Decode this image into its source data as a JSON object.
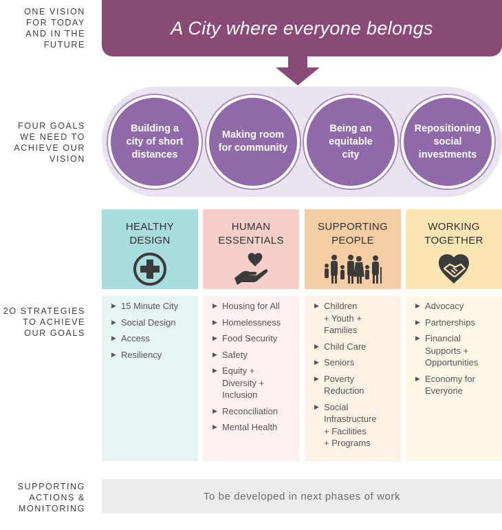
{
  "side_labels": {
    "vision": "ONE VISION\nFOR TODAY\nAND IN THE\nFUTURE",
    "goals": "FOUR GOALS\nWE NEED TO\nACHIEVE OUR\nVISION",
    "strategies": "2O STRATEGIES\nTO ACHIEVE\nOUR GOALS",
    "actions": "SUPPORTING\nACTIONS &\nMONITORING"
  },
  "vision": {
    "text": "A City where everyone belongs"
  },
  "goals": [
    {
      "label": "Building a\ncity of short\ndistances"
    },
    {
      "label": "Making room\nfor community"
    },
    {
      "label": "Being an\nequitable\ncity"
    },
    {
      "label": "Repositioning\nsocial\ninvestments"
    }
  ],
  "categories": [
    {
      "title": "HEALTHY\nDESIGN",
      "icon": "medical-cross-icon",
      "color": "#a9dcdc",
      "light": "#e8f4f4",
      "strategies": [
        "15 Minute City",
        "Social Design",
        "Access",
        "Resiliency"
      ]
    },
    {
      "title": "HUMAN\nESSENTIALS",
      "icon": "heart-in-hand-icon",
      "color": "#f6d0c8",
      "light": "#fdf2ef",
      "strategies": [
        "Housing for All",
        "Homelessness",
        "Food Security",
        "Safety",
        "Equity +\nDiversity +\nInclusion",
        "Reconciliation",
        "Mental Health"
      ]
    },
    {
      "title": "SUPPORTING\nPEOPLE",
      "icon": "family-group-icon",
      "color": "#f4cda2",
      "light": "#fdf2e6",
      "strategies": [
        "Children\n+ Youth +\nFamilies",
        "Child Care",
        "Seniors",
        "Poverty\nReduction",
        "Social\nInfrastructure\n+ Facilities\n+ Programs"
      ]
    },
    {
      "title": "WORKING\nTOGETHER",
      "icon": "handshake-heart-icon",
      "color": "#fbe6b4",
      "light": "#fef8e8",
      "strategies": [
        "Advocacy",
        "Partnerships",
        "Financial\nSupports +\nOpportunities",
        "Economy for\nEveryone"
      ]
    }
  ],
  "actions": {
    "text": "To be developed in next phases of work"
  },
  "colors": {
    "vision": "#8a4a78",
    "goal_circle": "#8f6aa8",
    "goals_band": "#e9e4f0",
    "actions_box": "#ececec",
    "icon": "#3b3b3b"
  }
}
